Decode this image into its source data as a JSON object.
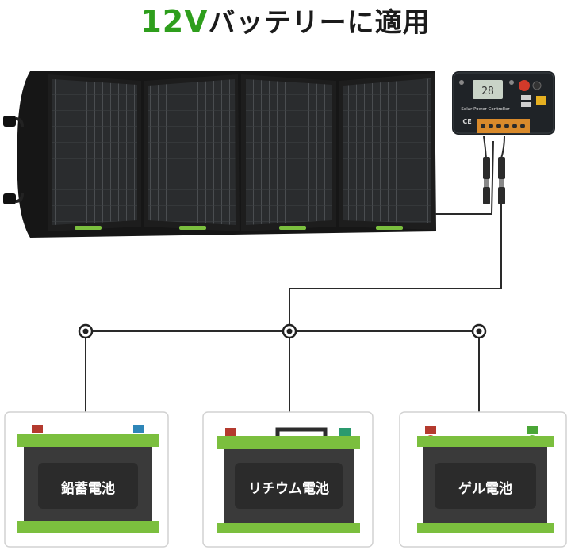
{
  "headline": {
    "accent": "12V",
    "rest": "バッテリーに適用"
  },
  "controller": {
    "label": "Solar Power Controller",
    "mark": "CE"
  },
  "batteries": [
    {
      "label": "鉛蓄電池"
    },
    {
      "label": "リチウム電池"
    },
    {
      "label": "ゲル電池"
    }
  ],
  "colors": {
    "accent_green": "#2e9e1c",
    "battery_green": "#7bbf3e",
    "panel_dark": "#1f1f1f",
    "wire": "#2a2a2a"
  }
}
